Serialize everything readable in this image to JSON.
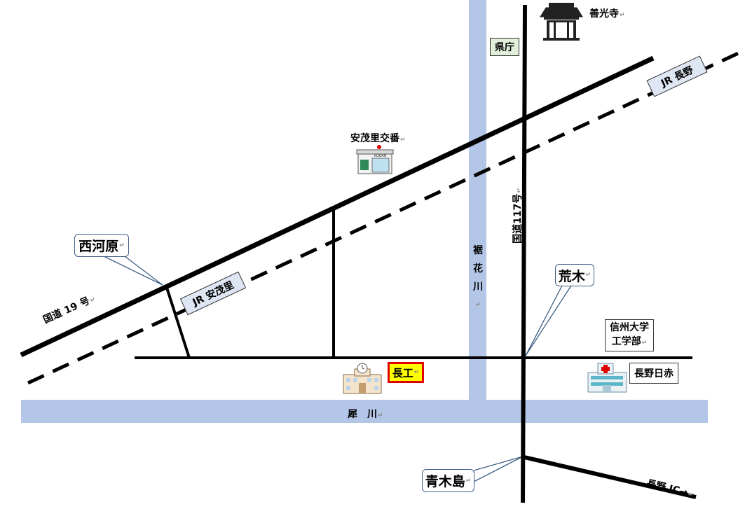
{
  "colors": {
    "river": "#b4c6e7",
    "road": "#000000",
    "callout_border": "#3f5f86",
    "highlight_fill": "#ffff00",
    "highlight_border": "#e00000",
    "prefecture_fill": "#e2efda",
    "university_fill": "#e2efda",
    "hospital_fill": "#fce4d6",
    "jr_label_fill": "#dfe6f3"
  },
  "return_mark": "↵",
  "rivers": {
    "sai": {
      "chars": "犀　川"
    },
    "susobana": {
      "chars": [
        "裾",
        "花",
        "川"
      ]
    }
  },
  "roads": {
    "route19": "国道 19 号",
    "route117": "国道117号"
  },
  "railway": {
    "jr_nagano": "JR 長野",
    "jr_amori": "JR 安茂里"
  },
  "places": {
    "zenkoji": "善光寺",
    "kencho": "県庁",
    "koban": "安茂里交番",
    "nishigawara": "西河原",
    "araki": "荒木",
    "shinshu_univ_line1": "信州大学",
    "shinshu_univ_line2": "工学部",
    "nagako": "長工",
    "nagano_red_cross": "長野日赤",
    "aokijima": "青木島",
    "nagano_ic": "長野 IC→"
  },
  "icons": {
    "temple": "temple-icon",
    "police_box": "police-box-icon",
    "school": "school-icon",
    "hospital": "hospital-icon"
  }
}
